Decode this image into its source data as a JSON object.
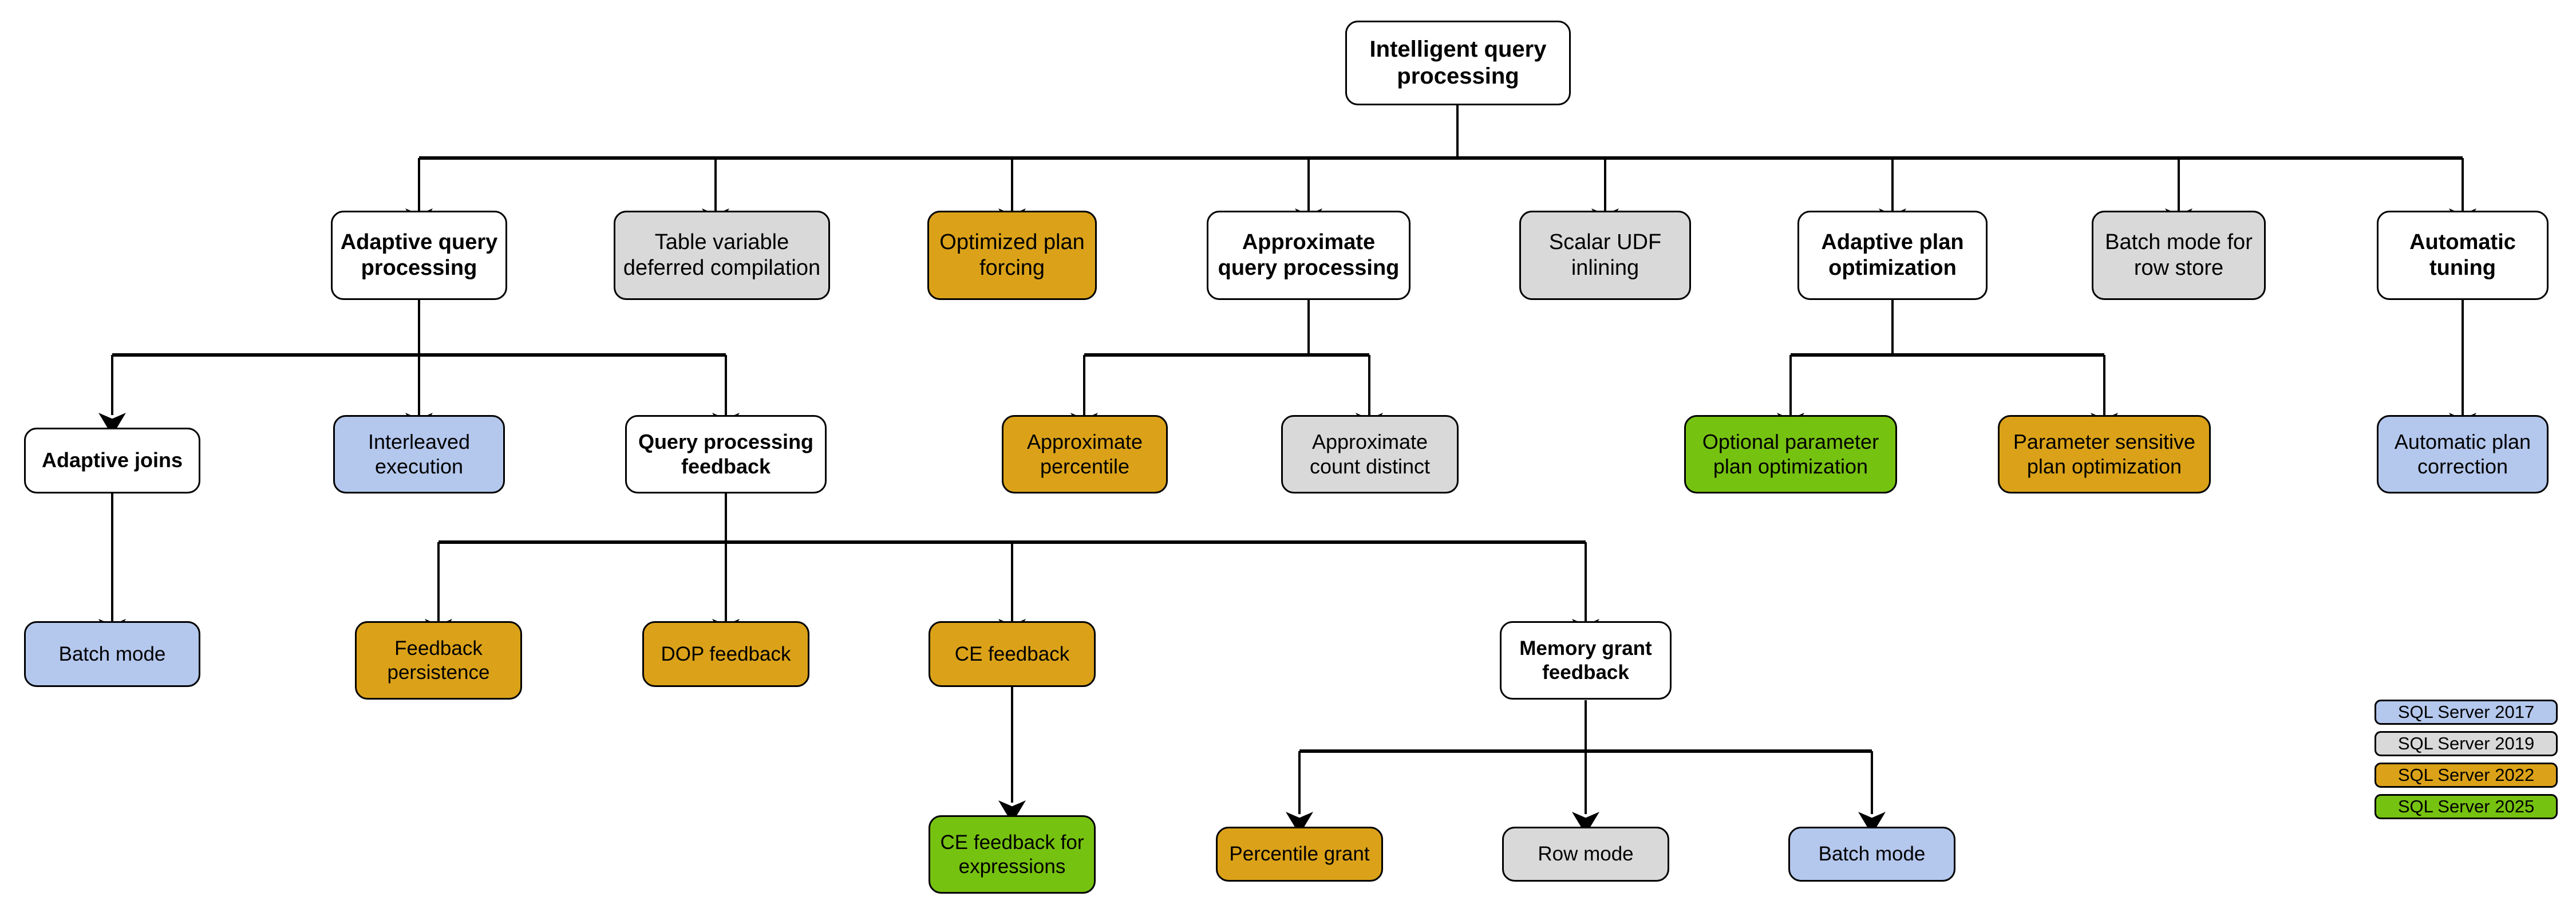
{
  "diagram": {
    "title": "Intelligent query processing",
    "palette": {
      "white": "#ffffff",
      "gray": "#d9d9d9",
      "amber": "#dba219",
      "blue": "#b4c7ed",
      "green": "#76c211",
      "stroke": "#000000"
    },
    "nodes": {
      "root": "Intelligent query processing",
      "adaptive_query_processing": "Adaptive query\nprocessing",
      "table_variable_deferred_compilation": "Table variable\ndeferred compilation",
      "optimized_plan_forcing": "Optimized plan\nforcing",
      "approximate_query_processing": "Approximate\nquery processing",
      "scalar_udf_inlining": "Scalar UDF\ninlining",
      "adaptive_plan_optimization": "Adaptive plan\noptimization",
      "batch_mode_for_row_store": "Batch mode for\nrow store",
      "automatic_tuning": "Automatic\ntuning",
      "adaptive_joins": "Adaptive joins",
      "interleaved_execution": "Interleaved\nexecution",
      "query_processing_feedback": "Query processing\nfeedback",
      "approximate_percentile": "Approximate\npercentile",
      "approximate_count_distinct": "Approximate\ncount distinct",
      "optional_parameter_plan_optimization": "Optional parameter\nplan optimization",
      "parameter_sensitive_plan_optimization": "Parameter sensitive\nplan optimization",
      "automatic_plan_correction": "Automatic plan\ncorrection",
      "batch_mode_adaptive_joins": "Batch mode",
      "feedback_persistence": "Feedback\npersistence",
      "dop_feedback": "DOP feedback",
      "ce_feedback": "CE feedback",
      "memory_grant_feedback": "Memory grant\nfeedback",
      "ce_feedback_for_expressions": "CE feedback for\nexpressions",
      "percentile_grant": "Percentile grant",
      "row_mode": "Row mode",
      "batch_mode_memory_grant": "Batch mode"
    },
    "legend": [
      {
        "label": "SQL Server 2017",
        "color": "#b4c7ed"
      },
      {
        "label": "SQL Server 2019",
        "color": "#d9d9d9"
      },
      {
        "label": "SQL Server 2022",
        "color": "#dba219"
      },
      {
        "label": "SQL Server 2025",
        "color": "#76c211"
      }
    ]
  }
}
